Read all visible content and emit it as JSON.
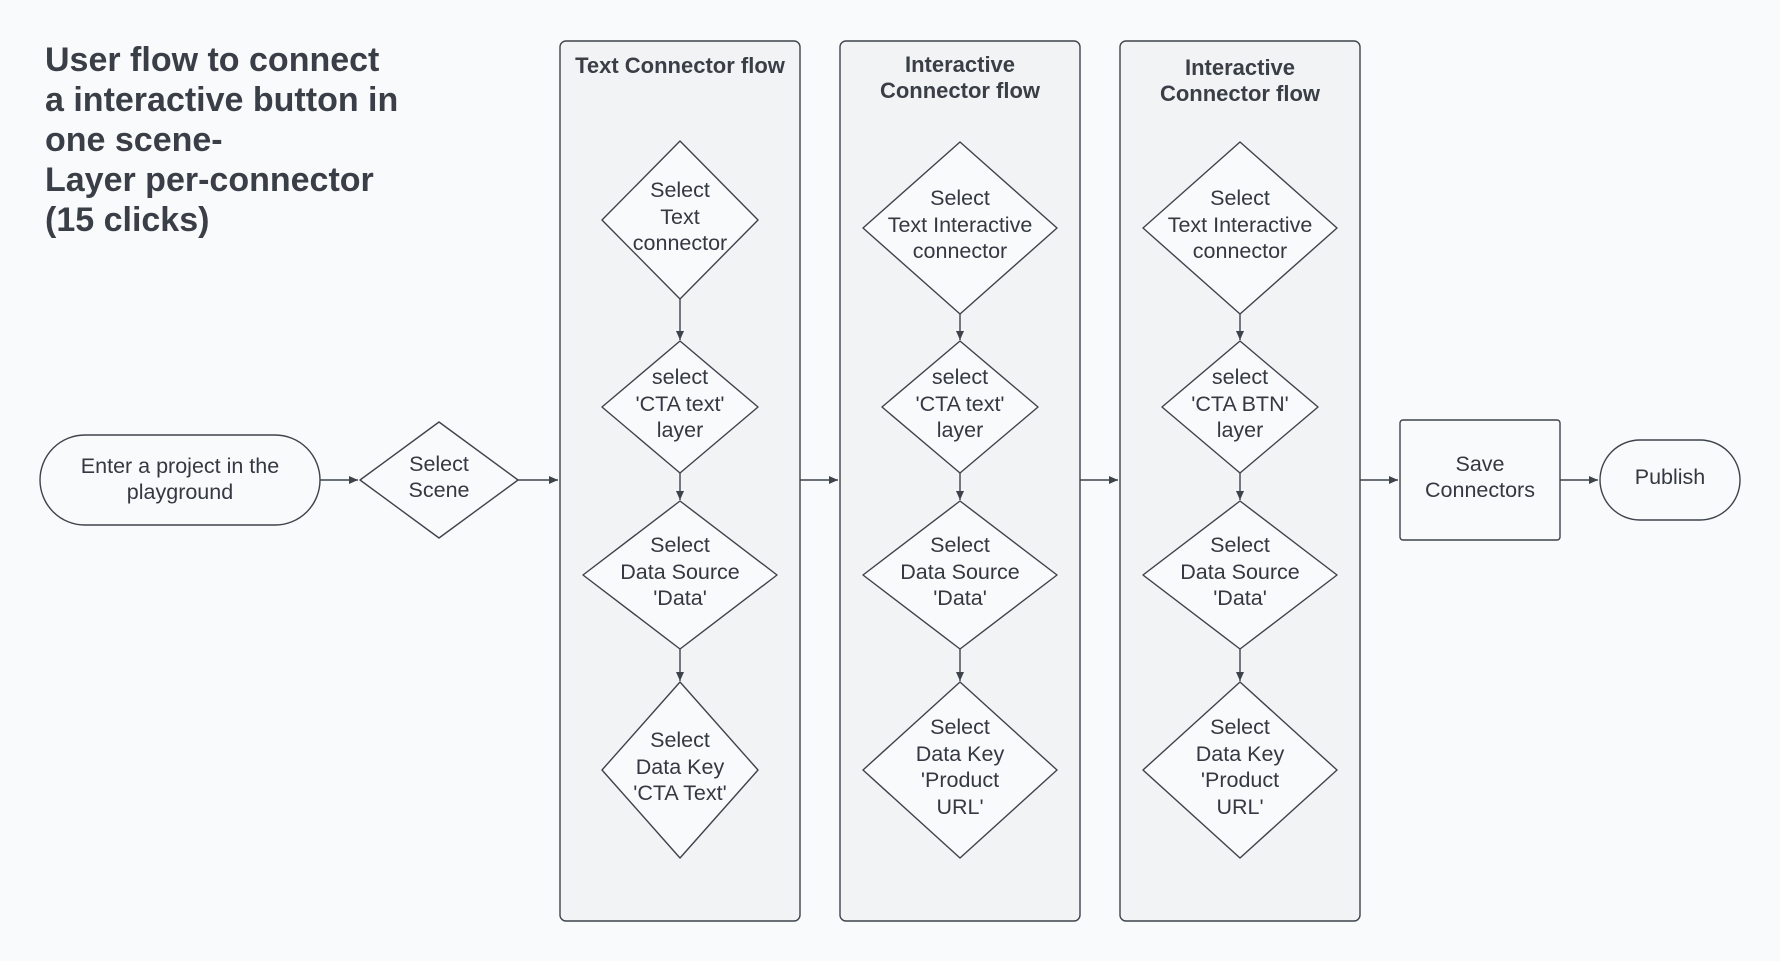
{
  "title": [
    "User flow to connect",
    "a interactive button in",
    "one scene-",
    "Layer per-connector",
    "(15 clicks)"
  ],
  "start": [
    "Enter a project in the",
    "playground"
  ],
  "select_scene": [
    "Select",
    "Scene"
  ],
  "lanes": [
    {
      "title": [
        "Text Connector flow"
      ],
      "steps": [
        [
          "Select",
          "Text",
          "connector"
        ],
        [
          "select",
          "'CTA text'",
          "layer"
        ],
        [
          "Select",
          "Data Source",
          "'Data'"
        ],
        [
          "Select",
          "Data Key",
          "'CTA Text'"
        ]
      ]
    },
    {
      "title": [
        "Interactive",
        "Connector flow"
      ],
      "steps": [
        [
          "Select",
          "Text Interactive",
          "connector"
        ],
        [
          "select",
          "'CTA text'",
          "layer"
        ],
        [
          "Select",
          "Data Source",
          "'Data'"
        ],
        [
          "Select",
          "Data Key",
          "'Product",
          "URL'"
        ]
      ]
    },
    {
      "title": [
        "Interactive",
        "Connector flow"
      ],
      "steps": [
        [
          "Select",
          "Text Interactive",
          "connector"
        ],
        [
          "select",
          "'CTA BTN'",
          "layer"
        ],
        [
          "Select",
          "Data Source",
          "'Data'"
        ],
        [
          "Select",
          "Data Key",
          "'Product",
          "URL'"
        ]
      ]
    }
  ],
  "save": [
    "Save",
    "Connectors"
  ],
  "publish": [
    "Publish"
  ],
  "colors": {
    "background": "#f9fafc",
    "lane_fill": "#f2f3f5",
    "stroke": "#3e434b",
    "text": "#333841"
  }
}
